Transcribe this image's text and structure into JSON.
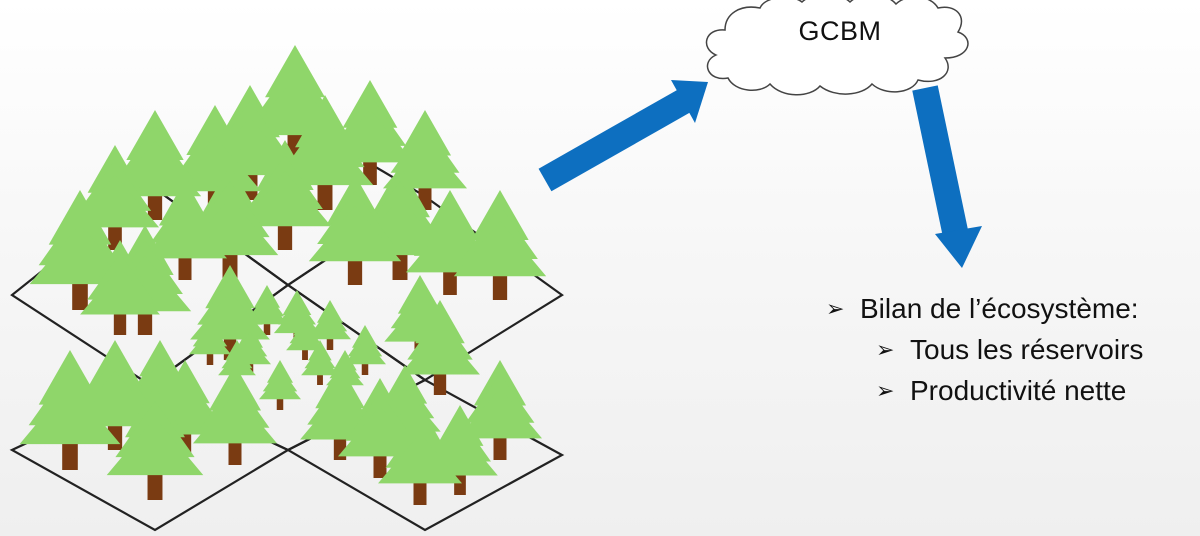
{
  "cloud": {
    "label": "GCBM"
  },
  "bullets": {
    "main": "Bilan de l’écosystème:",
    "items": [
      "Tous les réservoirs",
      "Productivité nette"
    ],
    "marker": "➢"
  },
  "colors": {
    "tree_green": "#8fd66a",
    "trunk_brown": "#7a3b12",
    "arrow_blue": "#0d6fc0",
    "plot_outline": "#222222"
  }
}
